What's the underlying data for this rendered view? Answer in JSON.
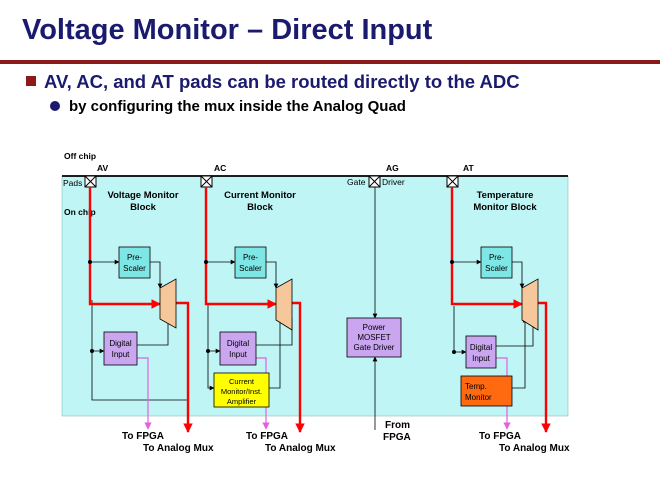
{
  "slide": {
    "title": "Voltage Monitor – Direct Input",
    "bullet": "AV, AC, and AT pads can be routed directly to the ADC",
    "sub_bullet": "by configuring the mux inside the Analog Quad"
  },
  "colors": {
    "title": "#1a1a6e",
    "rule": "#8b1a1a",
    "chip_fill": "#bff5f5",
    "prescaler_fill": "#7fe6e6",
    "digital_fill": "#c9a6ef",
    "current_monitor_fill": "#ffff00",
    "temp_monitor_fill": "#ff6a10",
    "mux_fill": "#f6c79a",
    "signal_red": "#ff0000",
    "fpga_line": "#e060e0"
  },
  "diagram": {
    "off_chip": "Off chip",
    "on_chip": "On chip",
    "pads": "Pads",
    "pad_av": "AV",
    "pad_ac": "AC",
    "pad_ag": "AG",
    "pad_at": "AT",
    "gate": "Gate",
    "driver": "Driver",
    "vm_block": [
      "Voltage Monitor",
      "Block"
    ],
    "cm_block": [
      "Current Monitor",
      "Block"
    ],
    "tm_block": [
      "Temperature",
      "Monitor Block"
    ],
    "prescaler": [
      "Pre-",
      "Scaler"
    ],
    "digital_input": [
      "Digital",
      "Input"
    ],
    "current_amp": [
      "Current",
      "Monitor/Inst.",
      "Amplifier"
    ],
    "power_mosfet": [
      "Power",
      "MOSFET",
      "Gate Driver"
    ],
    "temp_monitor": [
      "Temp.",
      "Monitor"
    ],
    "to_fpga": "To FPGA",
    "to_analog_mux": "To Analog Mux",
    "from_fpga": [
      "From",
      "FPGA"
    ]
  }
}
